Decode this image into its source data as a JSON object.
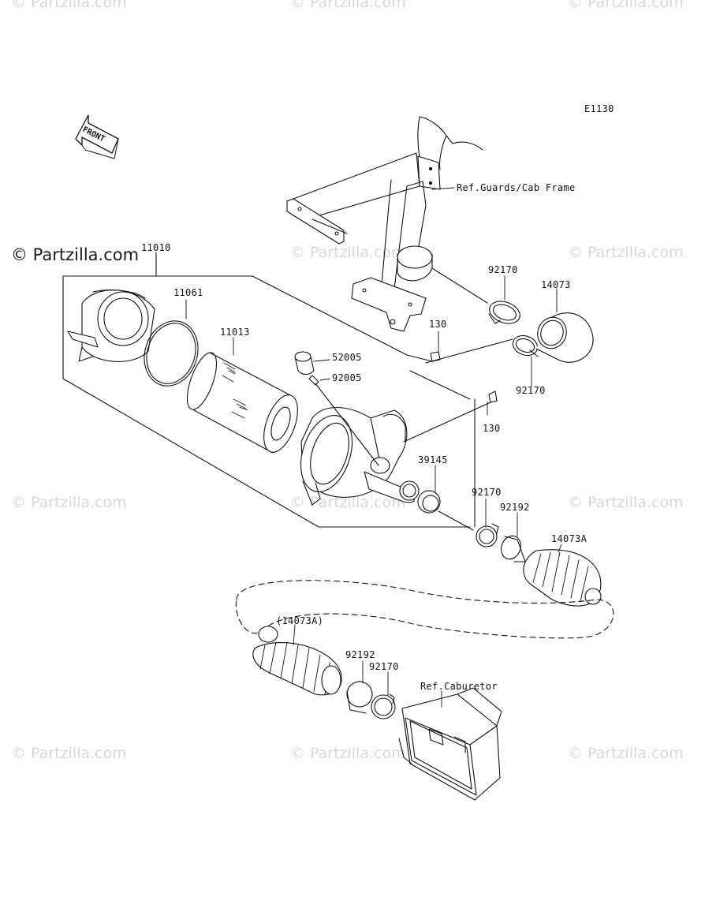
{
  "diagram": {
    "code": "E1130",
    "front_label": "FRONT",
    "brand": "© Partzilla.com",
    "watermark_text": "© Partzilla.com",
    "colors": {
      "line": "#111111",
      "watermark": "#d7d7d7",
      "background": "#ffffff"
    },
    "callouts": {
      "assembly": "11010",
      "gasket": "11061",
      "element": "11013",
      "stud": "52005",
      "fitting": "92005",
      "bolt_upper": "130",
      "bolt_lower": "130",
      "clamp_upper": "92170",
      "duct_upper": "14073",
      "clamp_mid": "92170",
      "collar": "39145",
      "clamp_a": "92170",
      "sleeve_a": "92192",
      "duct_a": "14073A",
      "duct_a_ref": "(14073A)",
      "sleeve_b": "92192",
      "clamp_b": "92170"
    },
    "refs": {
      "frame": "Ref.Guards/Cab Frame",
      "carb": "Ref.Caburetor"
    }
  }
}
